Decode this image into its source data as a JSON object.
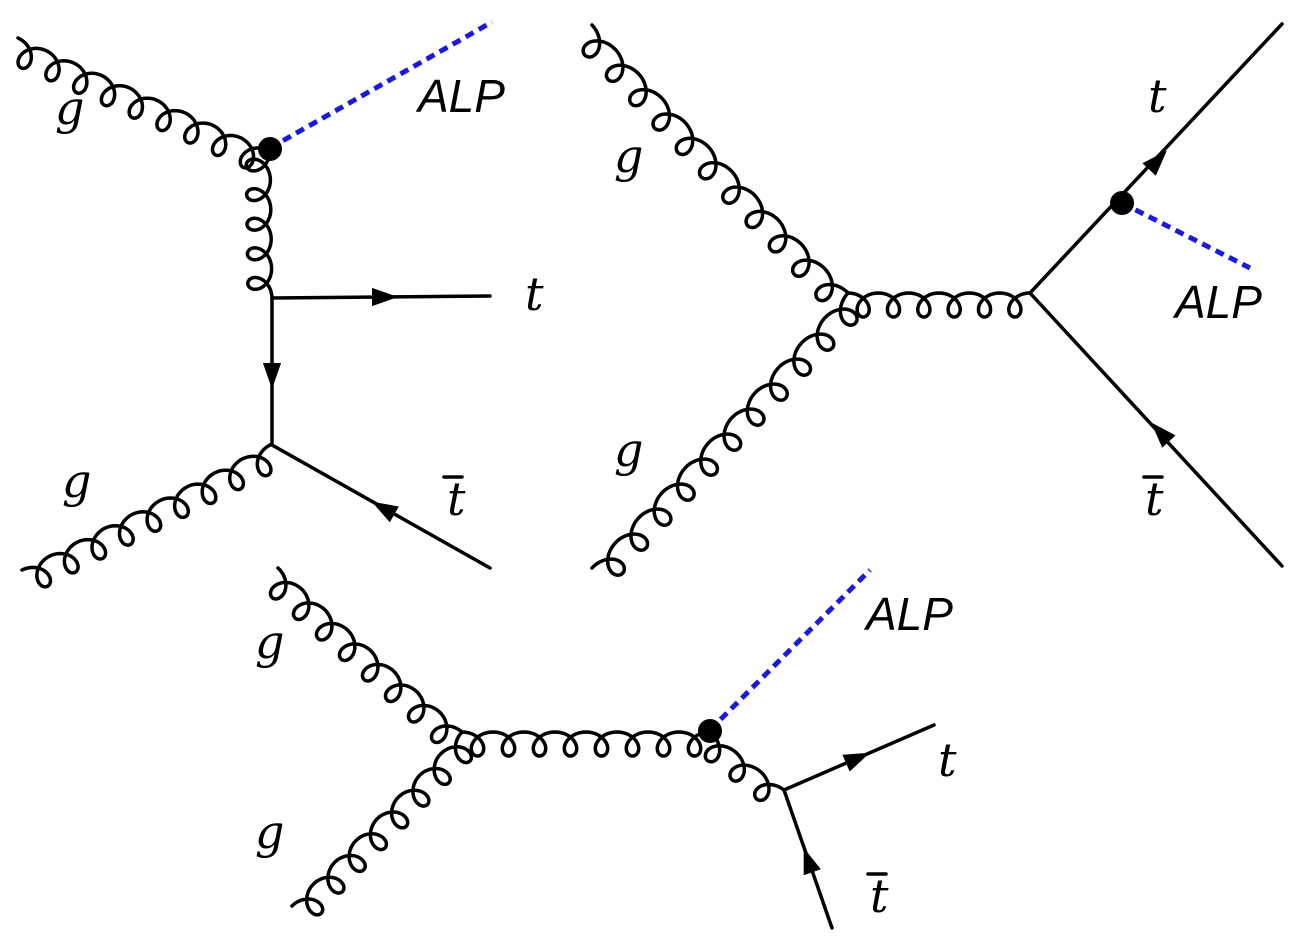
{
  "colors": {
    "line": "#000000",
    "alp": "#1a1adc",
    "background": "#ffffff"
  },
  "diagrams": [
    {
      "g_top": "g",
      "g_bottom": "g",
      "top": "t",
      "antitop": "t",
      "alp": "ALP"
    },
    {
      "g_top": "g",
      "g_bottom": "g",
      "top": "t",
      "antitop": "t",
      "alp": "ALP"
    },
    {
      "g_top": "g",
      "g_bottom": "g",
      "top": "t",
      "antitop": "t",
      "alp": "ALP"
    }
  ]
}
